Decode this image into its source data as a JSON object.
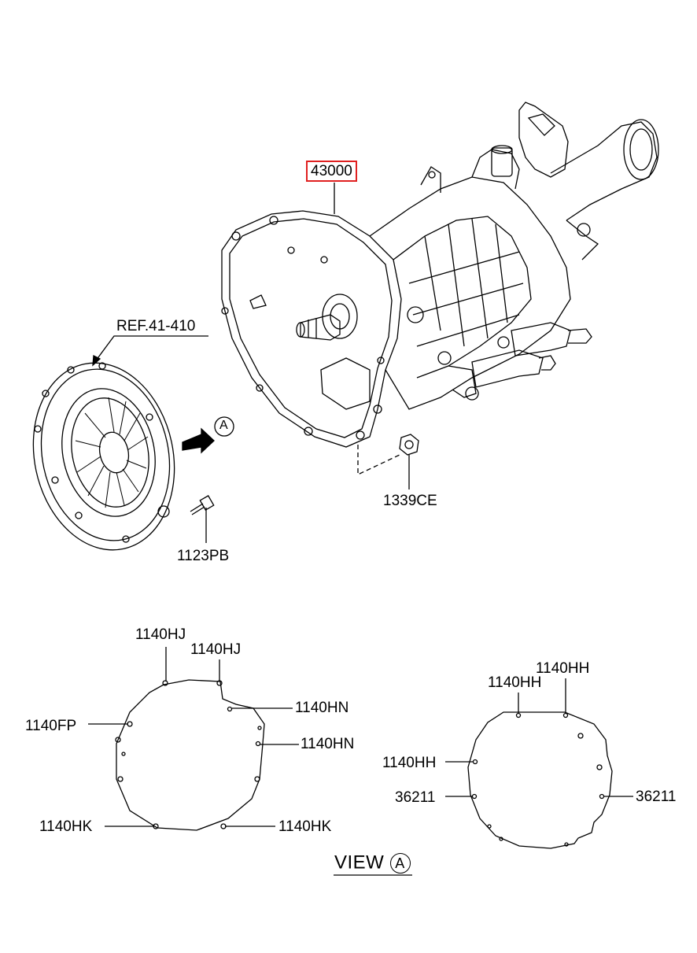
{
  "colors": {
    "line": "#000000",
    "highlight": "#e02020"
  },
  "callouts": {
    "transmission": "43000",
    "clutch_ref": "REF.41-410",
    "nut": "1339CE",
    "bolt": "1123PB",
    "view_marker": "A"
  },
  "view_a": {
    "title": "VIEW",
    "marker": "A",
    "left_housing": {
      "top_left": "1140HJ",
      "top_right": "1140HJ",
      "right_upper": "1140HN",
      "right_mid": "1140HN",
      "left": "1140FP",
      "bottom_left": "1140HK",
      "bottom_right": "1140HK"
    },
    "right_housing": {
      "top_left": "1140HH",
      "top_right": "1140HH",
      "left_upper": "1140HH",
      "left_lower": "36211",
      "right": "36211"
    }
  }
}
